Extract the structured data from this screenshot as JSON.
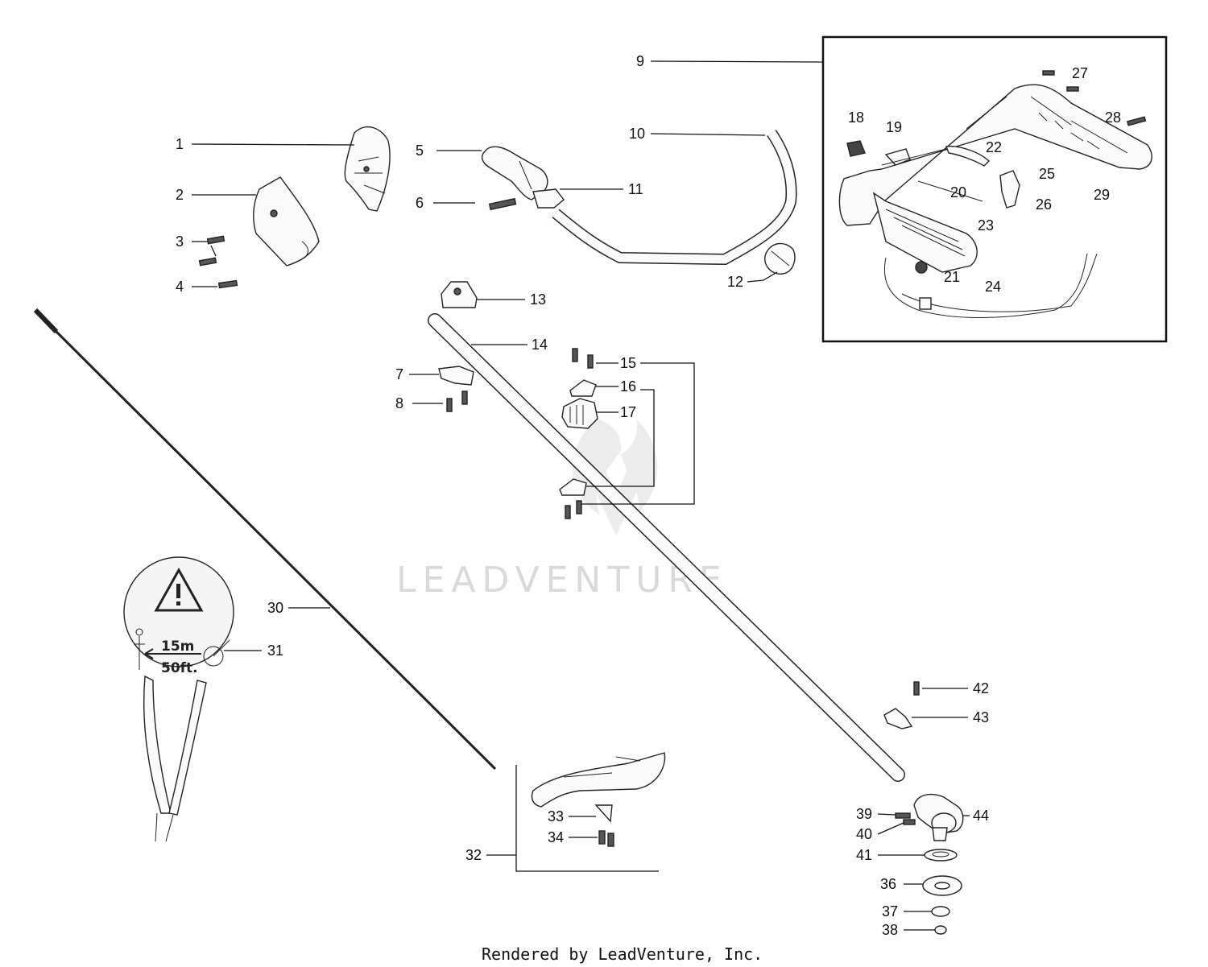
{
  "callouts": [
    "1",
    "2",
    "3",
    "4",
    "5",
    "6",
    "7",
    "8",
    "9",
    "10",
    "11",
    "12",
    "13",
    "14",
    "15",
    "16",
    "17",
    "18",
    "19",
    "20",
    "21",
    "22",
    "23",
    "24",
    "25",
    "26",
    "27",
    "28",
    "29",
    "30",
    "31",
    "32",
    "33",
    "34",
    "36",
    "37",
    "38",
    "39",
    "40",
    "41",
    "42",
    "43",
    "44"
  ],
  "watermark": "LEADVENTURE",
  "decal": {
    "distance_m": "15m",
    "distance_ft": "50ft."
  },
  "footer": "Rendered by LeadVenture, Inc."
}
